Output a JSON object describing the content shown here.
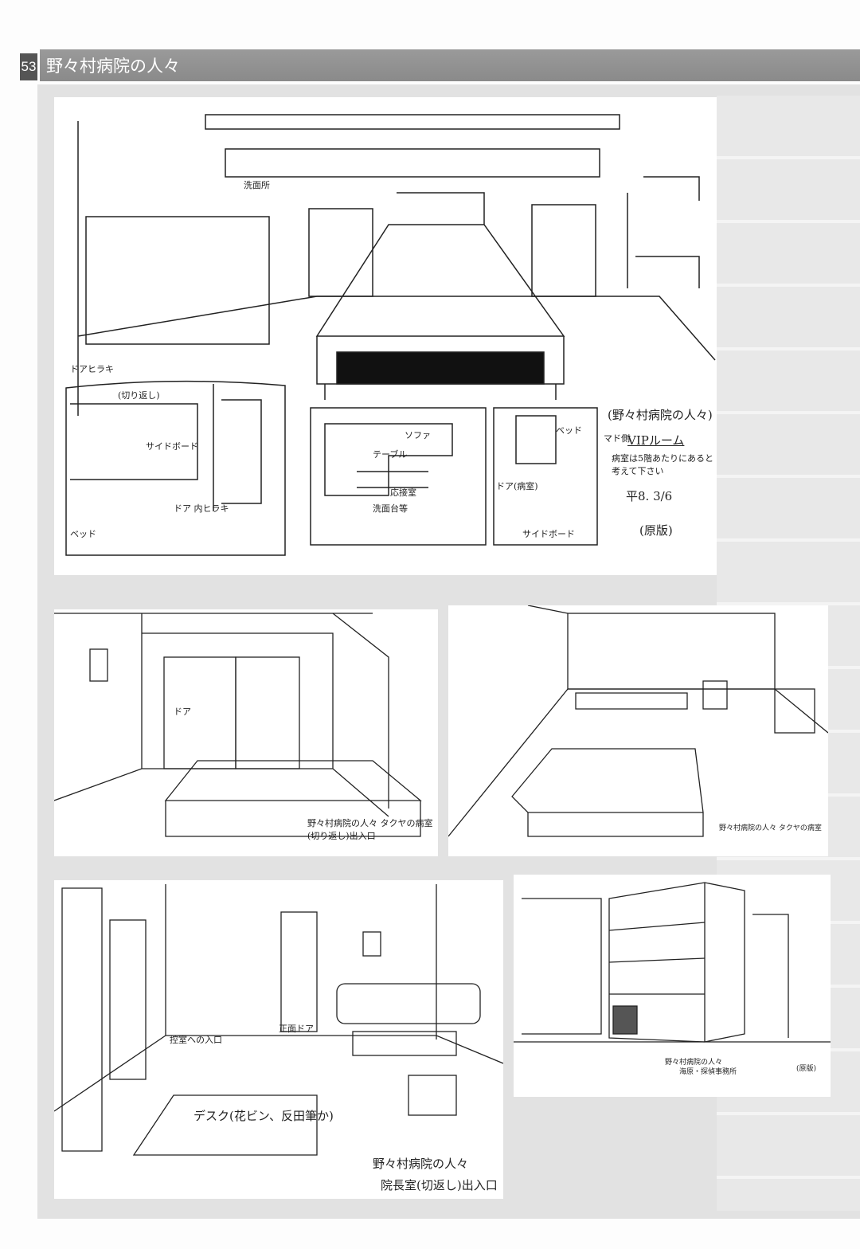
{
  "header": {
    "page_number": "53",
    "title": "野々村病院の人々"
  },
  "panel1": {
    "washroom": "洗面所",
    "door_open": "ドアヒラキ",
    "reverse": "(切り返し)",
    "sideboard": "サイドボード",
    "door_inward": "ドア 内ヒラキ",
    "bed": "ベッド",
    "sofa": "ソファ",
    "table": "テーブル",
    "reception": "応接室",
    "washstand": "洗面台等",
    "bed2": "ベッド",
    "door_room": "ドア(病室)",
    "window_side": "マド側",
    "sideboard2": "サイドボード",
    "caption_title": "(野々村病院の人々)",
    "caption_room": "VIPルーム",
    "caption_note": "病室は5階あたりにあると考えて下さい",
    "caption_date": "平8. 3/6",
    "caption_stamp": "(原版)"
  },
  "panel2": {
    "caption": "野々村病院の人々 タクヤの病室(切り返し)出入口",
    "door": "ドア"
  },
  "panel3": {
    "caption": "野々村病院の人々 タクヤの病室"
  },
  "panel4": {
    "waiting_entrance": "控室への入口",
    "front_door": "正面ドア",
    "desk": "デスク(花ビン、反田筆か)",
    "caption_title": "野々村病院の人々",
    "caption_room": "院長室(切返し)出入口"
  },
  "panel5": {
    "caption_title": "野々村病院の人々",
    "caption_place": "海原・探偵事務所",
    "stamp": "(原版)"
  }
}
